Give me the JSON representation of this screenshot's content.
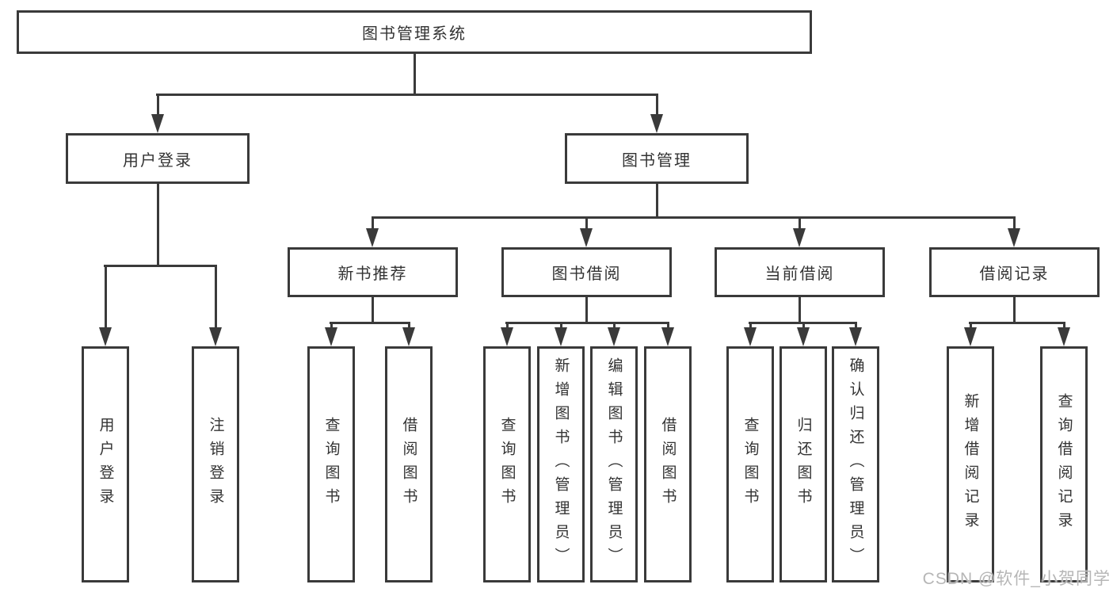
{
  "colors": {
    "line": "#3a3a3a",
    "text": "#333333",
    "background": "#ffffff",
    "watermark": "#b6b6b6"
  },
  "watermark": {
    "text": "CSDN @软件_小贺同学"
  },
  "tree": {
    "label": "图书管理系统",
    "children": [
      {
        "label": "用户登录",
        "children": [
          {
            "label": "用户登录"
          },
          {
            "label": "注销登录"
          }
        ]
      },
      {
        "label": "图书管理",
        "children": [
          {
            "label": "新书推荐",
            "children": [
              {
                "label": "查询图书"
              },
              {
                "label": "借阅图书"
              }
            ]
          },
          {
            "label": "图书借阅",
            "children": [
              {
                "label": "查询图书"
              },
              {
                "label": "新增图书（管理员）"
              },
              {
                "label": "编辑图书（管理员）"
              },
              {
                "label": "借阅图书"
              }
            ]
          },
          {
            "label": "当前借阅",
            "children": [
              {
                "label": "查询图书"
              },
              {
                "label": "归还图书"
              },
              {
                "label": "确认归还（管理员）"
              }
            ]
          },
          {
            "label": "借阅记录",
            "children": [
              {
                "label": "新增借阅记录"
              },
              {
                "label": "查询借阅记录"
              }
            ]
          }
        ]
      }
    ]
  }
}
